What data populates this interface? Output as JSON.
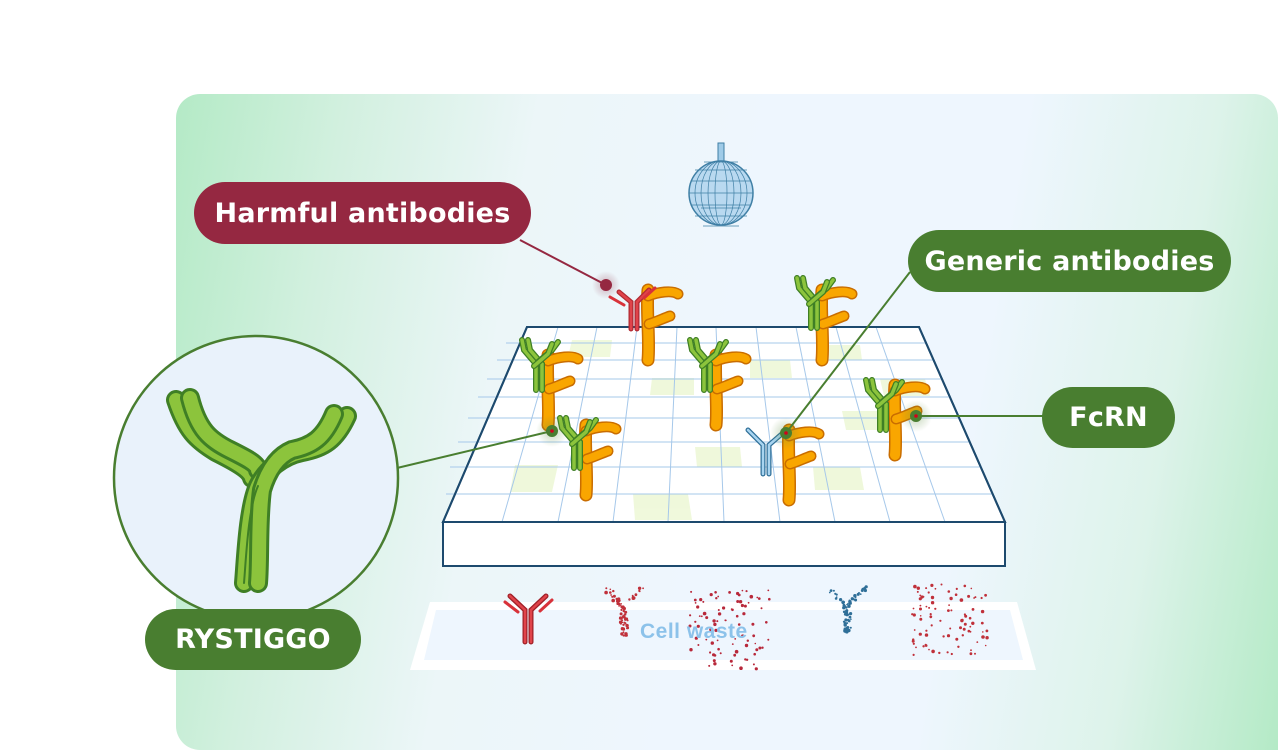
{
  "diagram": {
    "title_labels": {
      "harmful": "Harmful antibodies",
      "generic": "Generic antibodies",
      "fcrn": "FcRN",
      "rystiggo": "RYSTIGGO"
    },
    "cell_waste_label": "Cell waste",
    "colors": {
      "harmful_pill": "#952841",
      "green_pill": "#497e30",
      "fcrn_receptor": "#f5a500",
      "rystiggo_antibody": "#8cc43c",
      "generic_antibody": "#7ab8e0",
      "harmful_antibody": "#d8323a",
      "cell_waste_text": "#8cc2ea"
    },
    "components": [
      {
        "name": "Harmful antibodies",
        "description": "Red antibody bound to FcRN receptor"
      },
      {
        "name": "Generic antibodies",
        "description": "Blue antibody bound to FcRN receptor"
      },
      {
        "name": "FcRN",
        "description": "Orange receptor on cell surface"
      },
      {
        "name": "RYSTIGGO",
        "description": "Green antibody blocking FcRN"
      }
    ],
    "cell_waste_items": [
      "intact harmful antibody",
      "degrading harmful antibody",
      "dispersed harmful antibody",
      "degrading generic antibody",
      "dispersed harmful antibody"
    ]
  }
}
